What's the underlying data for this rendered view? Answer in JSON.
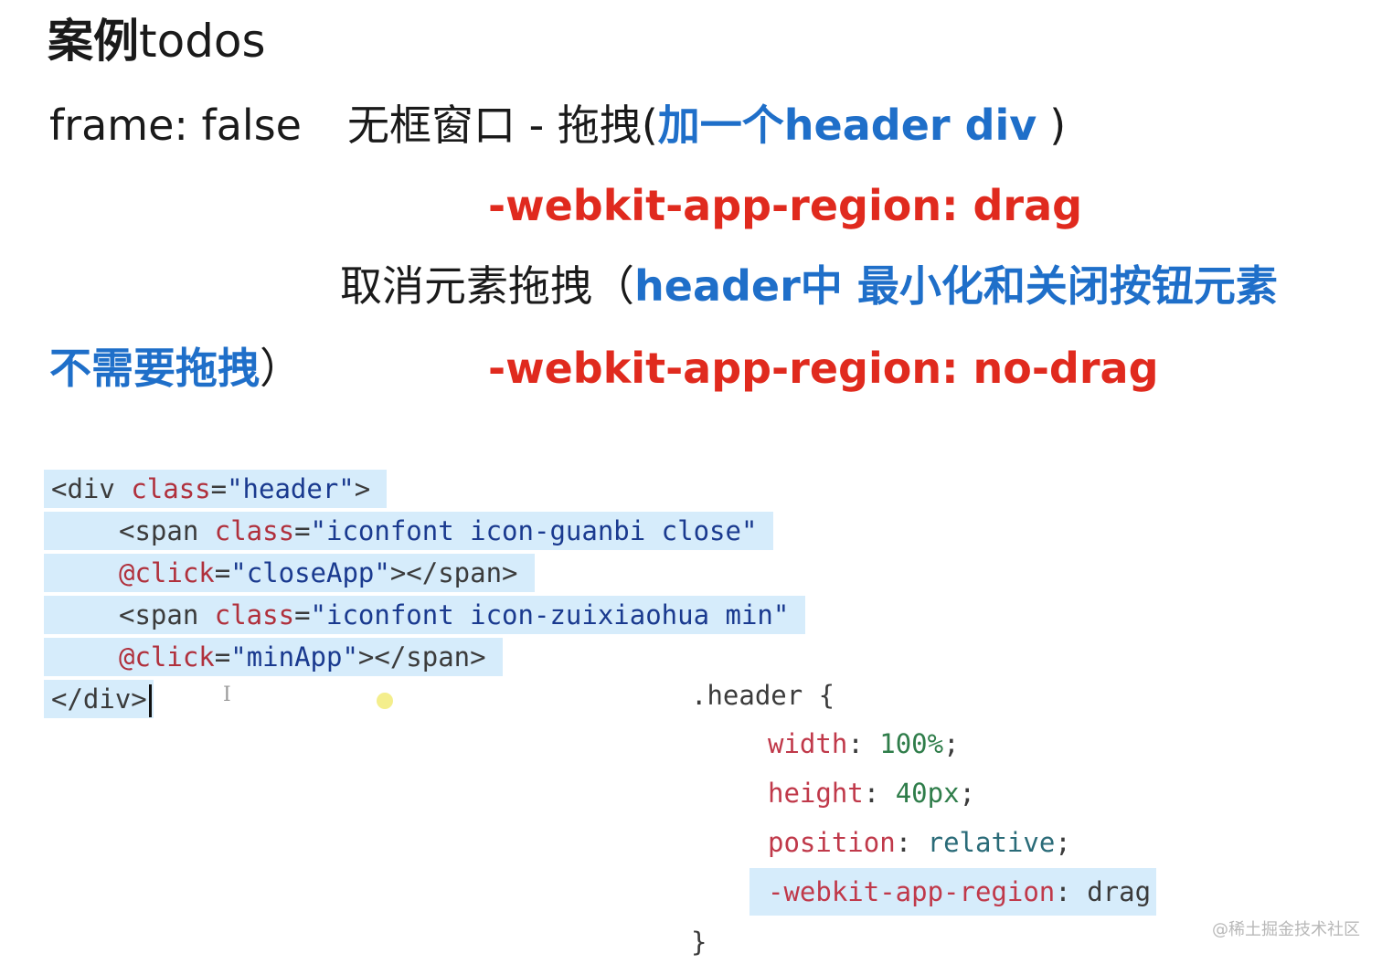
{
  "title": {
    "strong": "案例",
    "rest": "todos"
  },
  "line1": {
    "prefix": "frame: false",
    "mid": "无框窗口 - 拖拽(",
    "blue": "加一个header div",
    "end": ")"
  },
  "line2": {
    "red": "-webkit-app-region: drag"
  },
  "line3": {
    "prefix": "取消元素拖拽（",
    "blue": "header中 最小化和关闭按钮元素"
  },
  "line4": {
    "blue": "不需要拖拽",
    "end": "）",
    "red": "-webkit-app-region: no-drag"
  },
  "html_code": {
    "l1_open": "<div ",
    "l1_attr": "class",
    "l1_eq": "=",
    "l1_val": "\"header\"",
    "l1_close": ">",
    "l2_open": "<span ",
    "l2_attr": "class",
    "l2_eq": "=",
    "l2_val": "\"iconfont icon-guanbi close\"",
    "l3_attr": "@click",
    "l3_eq": "=",
    "l3_val": "\"closeApp\"",
    "l3_close": "></span>",
    "l4_open": "<span ",
    "l4_attr": "class",
    "l4_eq": "=",
    "l4_val": "\"iconfont icon-zuixiaohua min\"",
    "l5_attr": "@click",
    "l5_eq": "=",
    "l5_val": "\"minApp\"",
    "l5_close": "></span>",
    "l6": "</div>"
  },
  "css_code": {
    "selector": ".header {",
    "p1_prop": "width",
    "p1_val": "100%",
    "p2_prop": "height",
    "p2_val": "40px",
    "p3_prop": "position",
    "p3_val": "relative",
    "p4_prop": "-webkit-app-region",
    "p4_val": "drag",
    "close": "}"
  },
  "watermark": "@稀土掘金技术社区"
}
